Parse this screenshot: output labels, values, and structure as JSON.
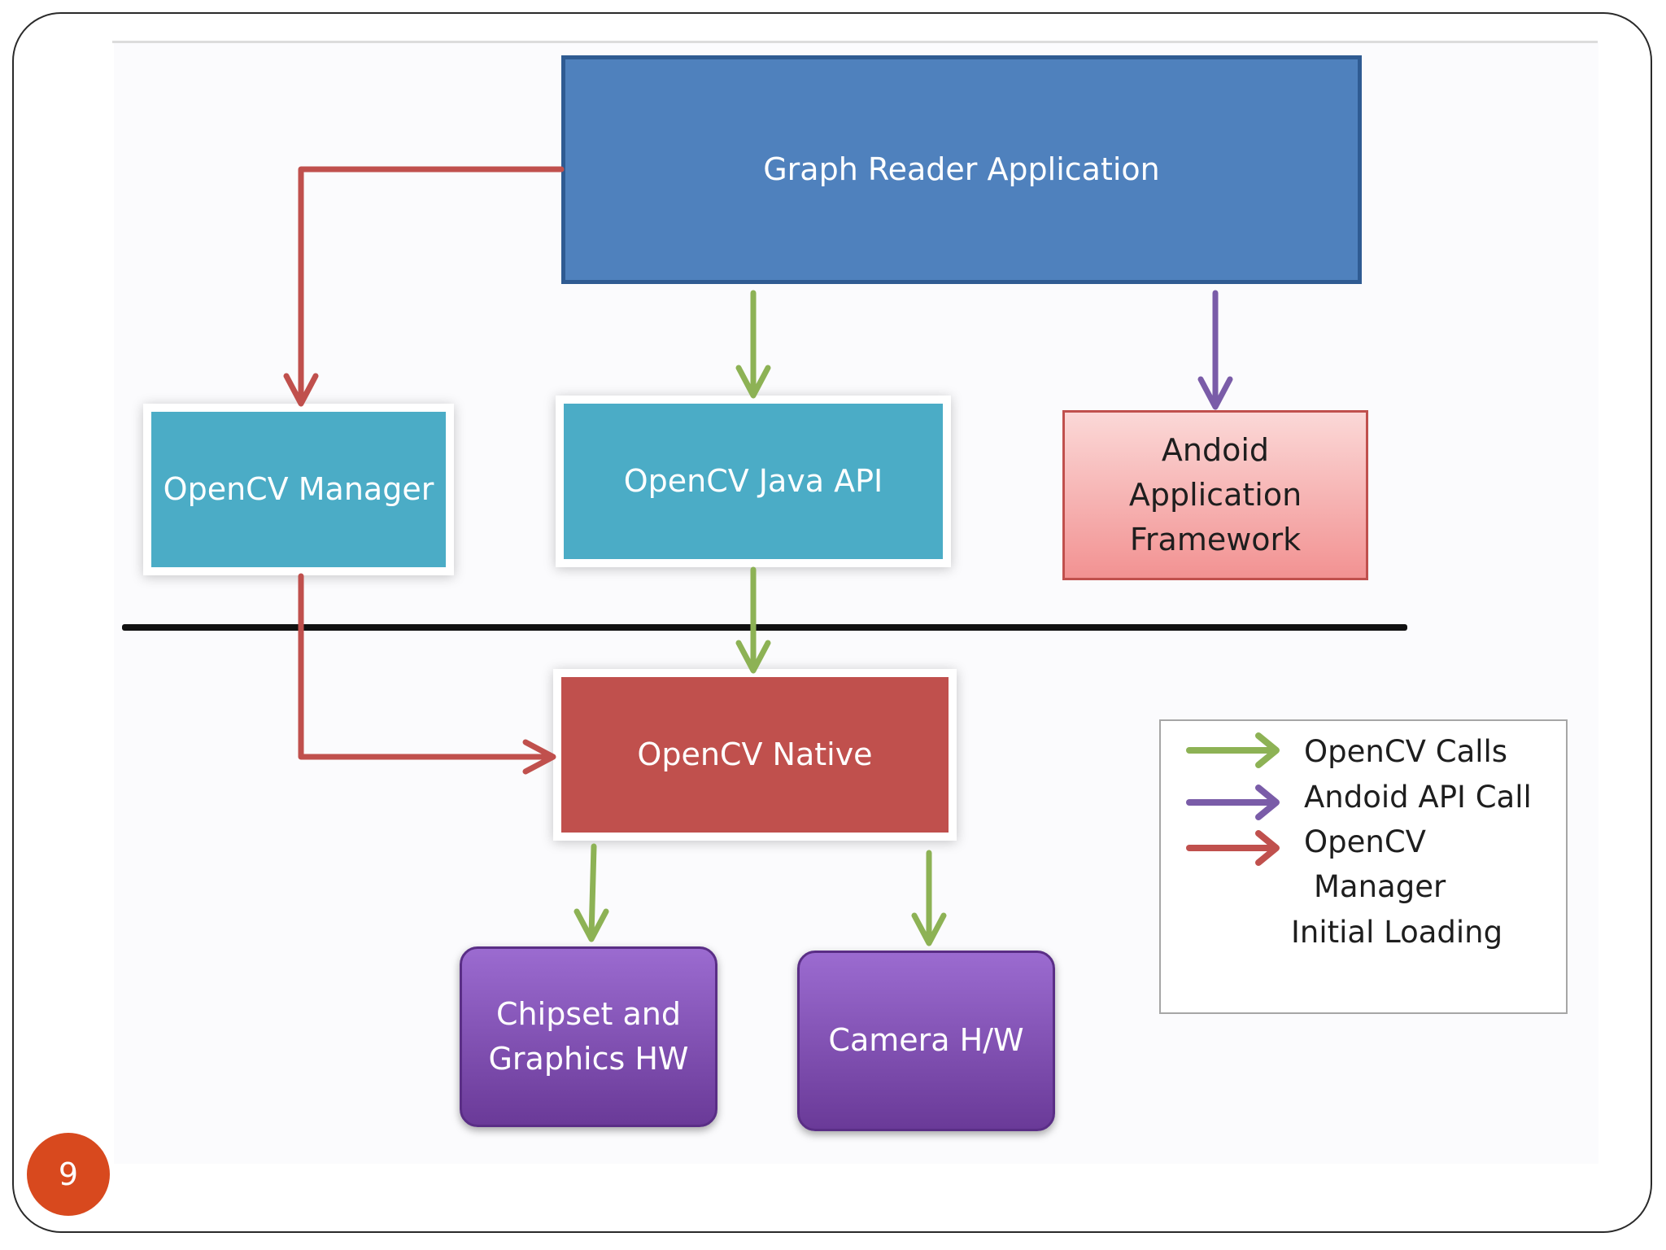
{
  "boxes": {
    "graph_reader": "Graph Reader Application",
    "opencv_manager": "OpenCV Manager",
    "opencv_java_api": "OpenCV Java API",
    "android_framework": [
      "Andoid",
      "Application",
      "Framework"
    ],
    "opencv_native": "OpenCV Native",
    "chipset_graphics": [
      "Chipset and",
      "Graphics HW"
    ],
    "camera_hw": "Camera H/W"
  },
  "legend": {
    "opencv_calls": "OpenCV Calls",
    "android_api_call": "Andoid API Call",
    "manager_loading": [
      "OpenCV",
      "Manager",
      "Initial Loading"
    ]
  },
  "colors": {
    "opencv_calls": "#8db255",
    "android_api_call": "#7a5ca8",
    "manager_loading": "#c0504d"
  },
  "page_number": "9"
}
